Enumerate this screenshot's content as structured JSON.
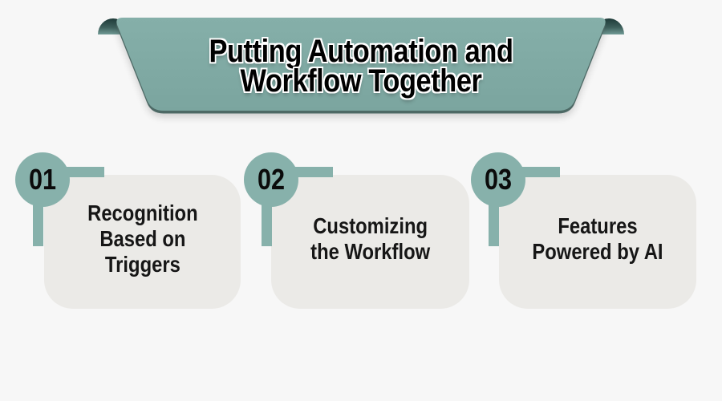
{
  "banner": {
    "title": {
      "line1": "Putting Automation and",
      "line2": "Workflow Together"
    }
  },
  "steps": [
    {
      "number": "01",
      "label_lines": [
        "Recognition",
        "Based on",
        "Triggers"
      ]
    },
    {
      "number": "02",
      "label_lines": [
        "Customizing",
        "the Workflow"
      ]
    },
    {
      "number": "03",
      "label_lines": [
        "Features",
        "Powered by AI"
      ]
    }
  ],
  "colors": {
    "background": "#f7f7f7",
    "ribbon_face": "#80aba5",
    "ribbon_fold_dark": "#1e3a38",
    "ribbon_rim": "#4d6965",
    "accent_teal": "#87b1ab",
    "card_fill": "#ebeae7",
    "title_text": "#000000",
    "card_text": "#161616"
  }
}
